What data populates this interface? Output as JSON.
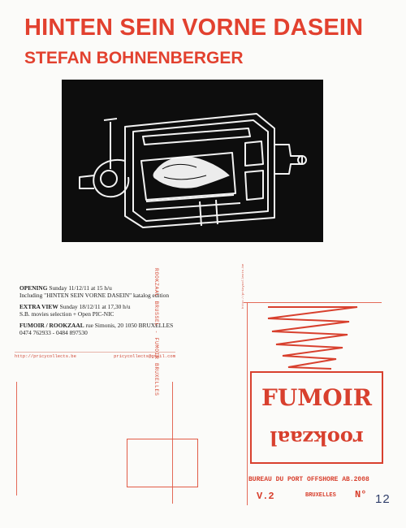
{
  "poster": {
    "title": "HINTEN SEIN VORNE DASEIN",
    "artist": "STEFAN BOHNENBERGER"
  },
  "events": [
    {
      "label": "OPENING",
      "detail": "Sunday  11/12/11  at 15  h/u",
      "note": "Including  \"HINTEN SEIN VORNE DASEIN\" katalog edition"
    },
    {
      "label": "EXTRA VIEW",
      "detail": "Sunday 18/12/11 at 17,30 h/u",
      "note": "S.B. movies selection + Open  PIC-NIC"
    }
  ],
  "venue": {
    "name": "FUMOIR / ROOKZAAL",
    "address": "rue Simonis, 20  1050 BRUXELLES",
    "phones": "0474 762933 - 0484 897530"
  },
  "contact": {
    "website": "http://pricycollects.be",
    "email": "pricycollects@gmail.com"
  },
  "vertical_stamp": "ROOKZAAL BRUSSEL - FUMOIR BRUXELLES",
  "side_url": "http://pricycollects.be",
  "stamp": {
    "line1": "FUMOIR",
    "line2": "rookzaal",
    "bureau": "BUREAU DU PORT OFFSHORE AB.2008",
    "series": "V.2",
    "city": "BRUXELLES",
    "number_label": "N°",
    "number": "12"
  },
  "colors": {
    "accent_red": "#e2412f",
    "ink": "#222222",
    "number_blue": "#2f3e6a"
  }
}
